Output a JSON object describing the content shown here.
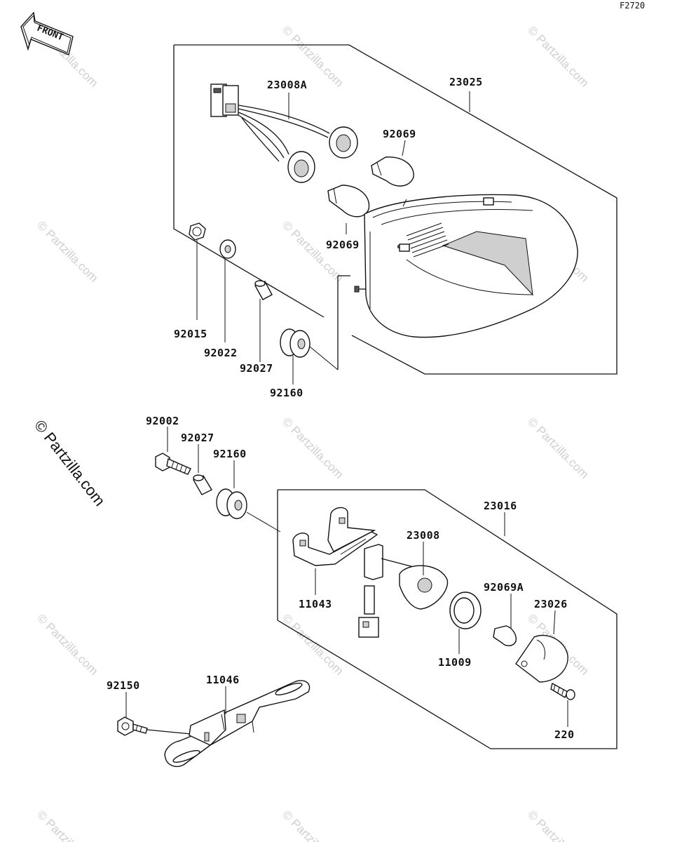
{
  "figure_code": "F2720",
  "front_arrow_label": "FRONT",
  "watermark_text": "© Partzilla.com",
  "labels": {
    "p23008A": "23008A",
    "p23025": "23025",
    "p92069_top": "92069",
    "p92069_mid": "92069",
    "p92015": "92015",
    "p92022": "92022",
    "p92027_top": "92027",
    "p92160_top": "92160",
    "p92002": "92002",
    "p92027_bottom": "92027",
    "p92160_bottom": "92160",
    "p23016": "23016",
    "p23008": "23008",
    "p11043": "11043",
    "p92069A": "92069A",
    "p23026": "23026",
    "p11009": "11009",
    "p92150": "92150",
    "p11046": "11046",
    "p220": "220"
  }
}
